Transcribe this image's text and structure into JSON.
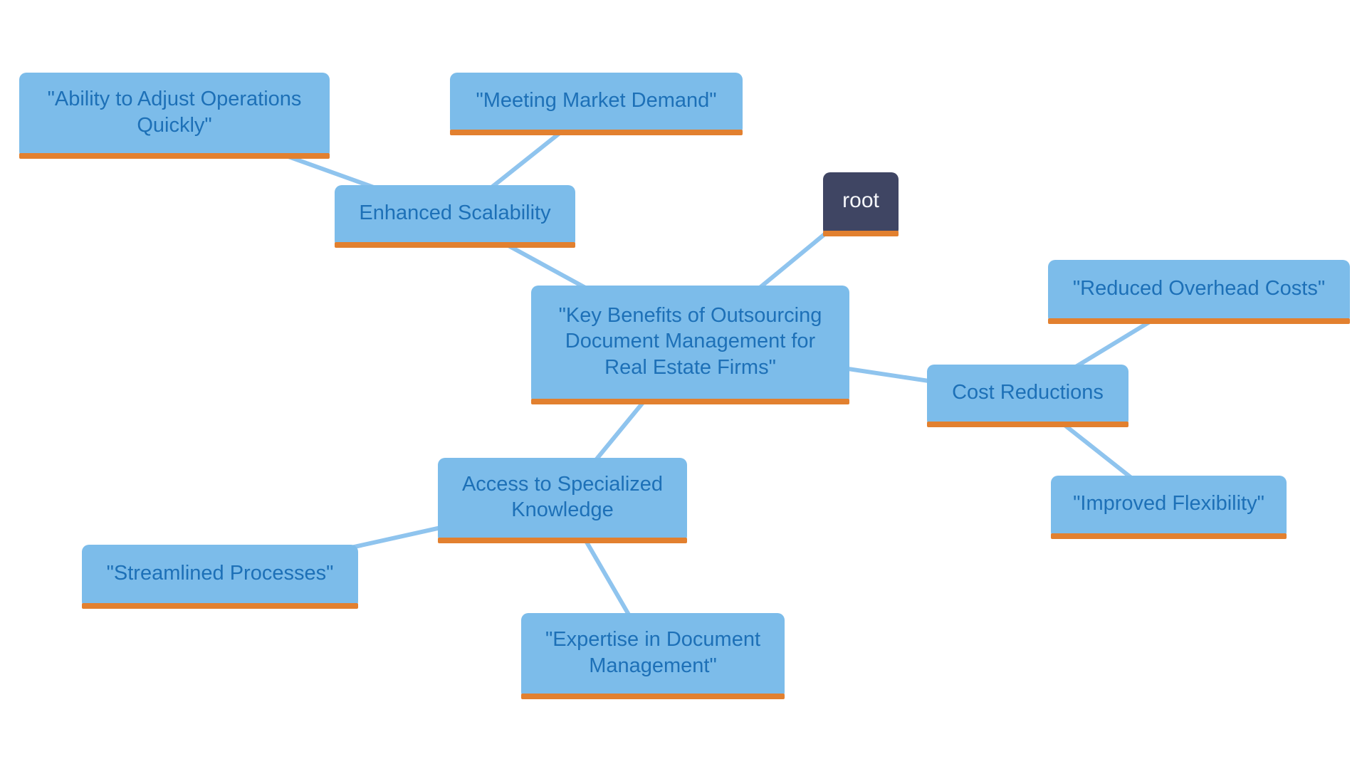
{
  "diagram": {
    "type": "mindmap",
    "colors": {
      "background": "#ffffff",
      "node_fill": "#7cbcea",
      "node_text": "#1d70b7",
      "underline": "#e2802f",
      "root_fill": "#3f4563",
      "root_text": "#f5f6fa",
      "edge": "#8fc4ee"
    },
    "nodes": {
      "root": {
        "lines": [
          "root"
        ]
      },
      "central": {
        "lines": [
          "\"Key Benefits of Outsourcing",
          "Document Management for",
          "Real Estate Firms\""
        ]
      },
      "enhanced": {
        "lines": [
          "Enhanced Scalability"
        ]
      },
      "ability": {
        "lines": [
          "\"Ability to Adjust Operations",
          "Quickly\""
        ]
      },
      "meeting": {
        "lines": [
          "\"Meeting Market Demand\""
        ]
      },
      "cost": {
        "lines": [
          "Cost Reductions"
        ]
      },
      "reduced": {
        "lines": [
          "\"Reduced Overhead Costs\""
        ]
      },
      "improved": {
        "lines": [
          "\"Improved Flexibility\""
        ]
      },
      "access": {
        "lines": [
          "Access to Specialized",
          "Knowledge"
        ]
      },
      "streamlined": {
        "lines": [
          "\"Streamlined Processes\""
        ]
      },
      "expertise": {
        "lines": [
          "\"Expertise in Document",
          "Management\""
        ]
      }
    },
    "edges": [
      {
        "from": "root",
        "to": "central"
      },
      {
        "from": "central",
        "to": "enhanced"
      },
      {
        "from": "enhanced",
        "to": "ability"
      },
      {
        "from": "enhanced",
        "to": "meeting"
      },
      {
        "from": "central",
        "to": "cost"
      },
      {
        "from": "cost",
        "to": "reduced"
      },
      {
        "from": "cost",
        "to": "improved"
      },
      {
        "from": "central",
        "to": "access"
      },
      {
        "from": "access",
        "to": "streamlined"
      },
      {
        "from": "access",
        "to": "expertise"
      }
    ]
  }
}
